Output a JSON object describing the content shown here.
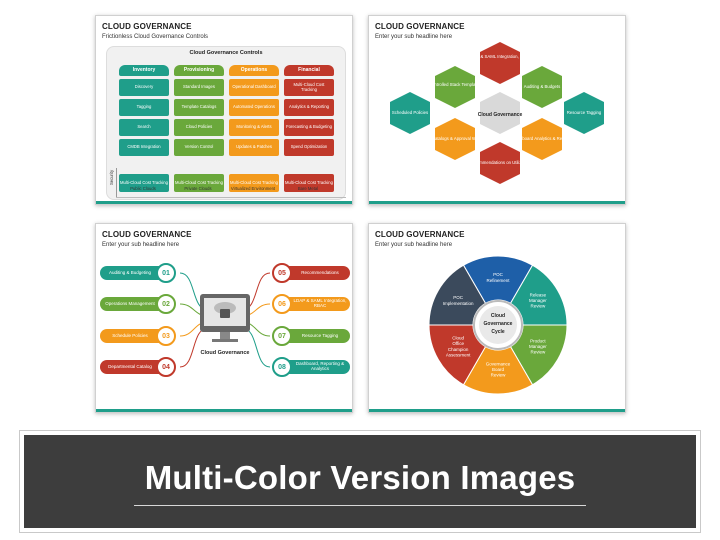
{
  "slides": {
    "governance_controls": {
      "title": "CLOUD GOVERNANCE",
      "subtitle": "Frictionless Cloud Governance Controls",
      "box_title": "Cloud Governance Controls",
      "security_label": "Security",
      "columns": [
        {
          "name": "Inventory",
          "color": "#1f9e8a",
          "cells": [
            "Discovery",
            "Tagging",
            "Search",
            "CMDB Integration"
          ],
          "security": "Multi-Cloud Cost Tracking",
          "bottom": "Public Clouds"
        },
        {
          "name": "Provisioning",
          "color": "#6aa83b",
          "cells": [
            "Standard Images",
            "Template Catalogs",
            "Cloud Policies",
            "Version Control"
          ],
          "security": "Multi-Cloud Cost Tracking",
          "bottom": "Private Clouds"
        },
        {
          "name": "Operations",
          "color": "#f39a1c",
          "cells": [
            "Operational Dashboard",
            "Automated Operations",
            "Monitoring & Alerts",
            "Updates & Patches"
          ],
          "security": "Multi-Cloud Cost Tracking",
          "bottom": "Virtualized Environment"
        },
        {
          "name": "Financial",
          "color": "#c0392b",
          "cells": [
            "Multi-Cloud Cost Tracking",
            "Analytics & Reporting",
            "Forecasting & Budgeting",
            "Spend Optimization"
          ],
          "security": "Multi-Cloud Cost Tracking",
          "bottom": "Bare Metal"
        }
      ]
    },
    "hexagon": {
      "title": "CLOUD GOVERNANCE",
      "subtitle": "Enter your sub headline here",
      "center": "Cloud Governance",
      "items": {
        "top": "LDAP & SAML Integration, RBAC",
        "top_left": "Controlled Stack Templates",
        "top_right": "Auditing & Budgets",
        "left": "Scheduled Policies",
        "right": "Resource Tagging",
        "bottom_left": "Dept. Catalogs & Approval Workflow",
        "bottom_right": "Dashboard Analytics & Reports",
        "bottom": "Recommendations on Utilization"
      },
      "colors": {
        "red": "#c0392b",
        "green": "#6aa83b",
        "teal": "#1f9e8a",
        "orange": "#f39a1c",
        "gray": "#d9d9d9"
      }
    },
    "numbered": {
      "title": "CLOUD GOVERNANCE",
      "subtitle": "Enter your sub headline here",
      "center": "Cloud Governance",
      "left_items": [
        {
          "num": "01",
          "label": "Auditing & Budgeting",
          "color": "#1f9e8a"
        },
        {
          "num": "02",
          "label": "Operations Management",
          "color": "#6aa83b"
        },
        {
          "num": "03",
          "label": "Schedule Policies",
          "color": "#f39a1c"
        },
        {
          "num": "04",
          "label": "Departmental Catalog",
          "color": "#c0392b"
        }
      ],
      "right_items": [
        {
          "num": "05",
          "label": "Recommendations",
          "color": "#c0392b"
        },
        {
          "num": "06",
          "label": "LDAP & SAML Integration, RBAC",
          "color": "#f39a1c"
        },
        {
          "num": "07",
          "label": "Resource Tagging",
          "color": "#6aa83b"
        },
        {
          "num": "08",
          "label": "Dashboard, Reporting & Analytics",
          "color": "#1f9e8a"
        }
      ]
    },
    "cycle": {
      "title": "CLOUD GOVERNANCE",
      "subtitle": "Enter your sub headline here",
      "center": "Cloud Governance Cycle",
      "segments": [
        {
          "label": "POC Refinement",
          "color": "#1e5fa8"
        },
        {
          "label": "Release Manager Review",
          "color": "#1f9e8a"
        },
        {
          "label": "Product Manager Review",
          "color": "#6aa83b"
        },
        {
          "label": "Governance Board Review",
          "color": "#f39a1c"
        },
        {
          "label": "Cloud Office Champion Assessment",
          "color": "#c0392b"
        },
        {
          "label": "POC Implementation",
          "color": "#3b4a5c"
        }
      ]
    }
  },
  "banner": {
    "text": "Multi-Color Version Images"
  }
}
